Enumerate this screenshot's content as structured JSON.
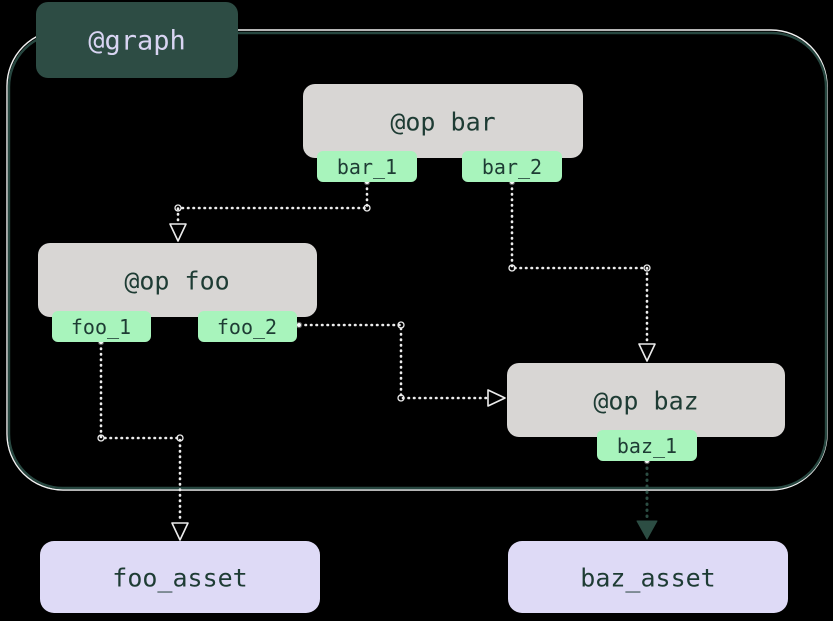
{
  "diagram_type": "dagster-graph-dag",
  "graph": {
    "label": "@graph"
  },
  "ops": [
    {
      "name": "op-bar",
      "label": "@op bar",
      "outputs": [
        {
          "label": "bar_1"
        },
        {
          "label": "bar_2"
        }
      ]
    },
    {
      "name": "op-foo",
      "label": "@op foo",
      "outputs": [
        {
          "label": "foo_1"
        },
        {
          "label": "foo_2"
        }
      ]
    },
    {
      "name": "op-baz",
      "label": "@op baz",
      "outputs": [
        {
          "label": "baz_1"
        }
      ]
    }
  ],
  "assets": [
    {
      "label": "foo_asset"
    },
    {
      "label": "baz_asset"
    }
  ],
  "edges": [
    {
      "from": "bar_1",
      "to": "op-foo",
      "style": "dotted-light",
      "arrow": "hollow"
    },
    {
      "from": "bar_2",
      "to": "op-baz",
      "style": "dotted-light",
      "arrow": "hollow"
    },
    {
      "from": "foo_2",
      "to": "op-baz",
      "style": "dotted-light",
      "arrow": "hollow"
    },
    {
      "from": "foo_1",
      "to": "foo_asset",
      "style": "dotted-light",
      "arrow": "hollow"
    },
    {
      "from": "baz_1",
      "to": "baz_asset",
      "style": "dotted-dark",
      "arrow": "filled"
    }
  ],
  "colors": {
    "graph-dark": "#2d4c44",
    "graph-dark-border": "#274740",
    "lavender-text": "#d8d4f2",
    "op-gray": "#d8d6d4",
    "dark-teal-text": "#1e3c34",
    "output-green": "#a8f4bc",
    "asset-lavender": "#dedaf6",
    "edge-light": "#ececec",
    "edge-dark": "#2c4d43",
    "border-white": "#f2f2f2",
    "background": "#000000"
  }
}
